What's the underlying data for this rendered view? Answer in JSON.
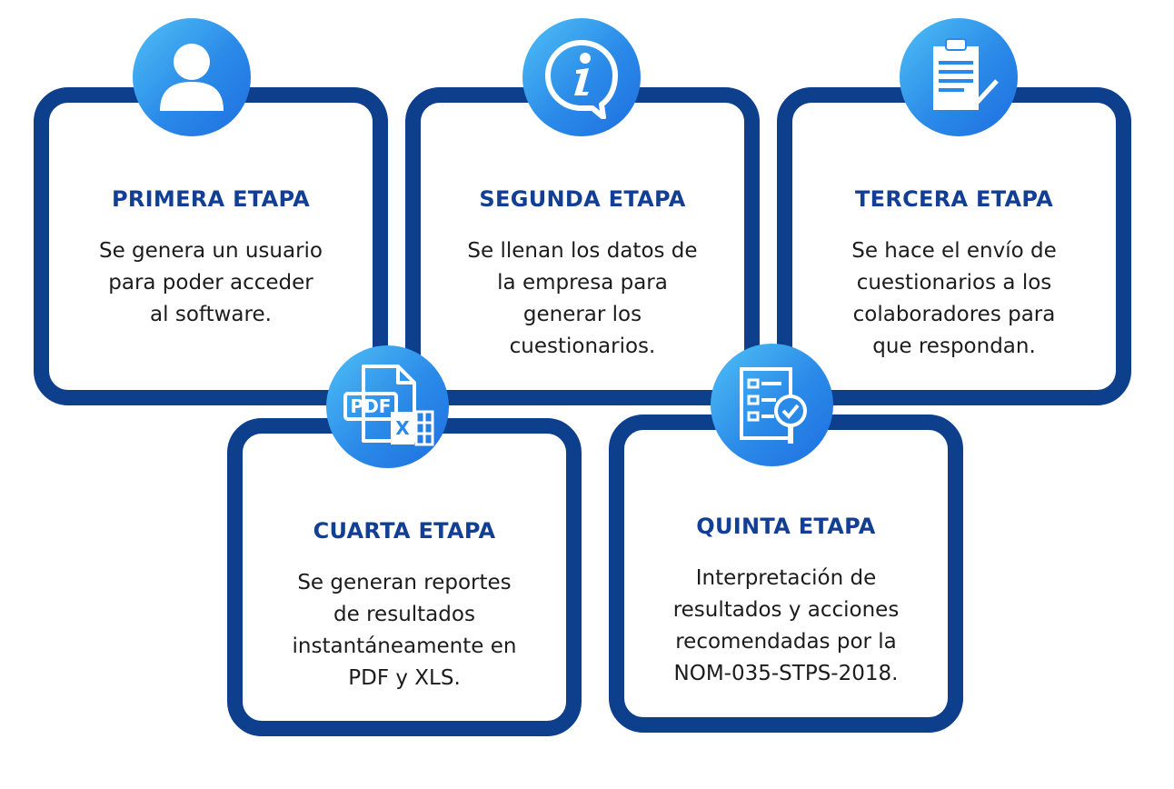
{
  "stages": [
    {
      "id": "primera",
      "title": "PRIMERA ETAPA",
      "lines": [
        "Se genera un usuario",
        "para poder acceder",
        "al software."
      ],
      "icon": "user-icon"
    },
    {
      "id": "segunda",
      "title": "SEGUNDA ETAPA",
      "lines": [
        "Se llenan los datos de",
        "la empresa para",
        "generar los",
        "cuestionarios."
      ],
      "icon": "info-chat-icon"
    },
    {
      "id": "tercera",
      "title": "TERCERA ETAPA",
      "lines": [
        "Se hace el envío de",
        "cuestionarios a los",
        "colaboradores para",
        "que respondan."
      ],
      "icon": "clipboard-check-icon"
    },
    {
      "id": "cuarta",
      "title": "CUARTA ETAPA",
      "lines": [
        "Se generan reportes",
        "de resultados",
        "instantáneamente en",
        "PDF y XLS."
      ],
      "icon": "pdf-xls-icon",
      "icon_labels": {
        "pdf": "PDF",
        "xls": "X"
      }
    },
    {
      "id": "quinta",
      "title": "QUINTA ETAPA",
      "lines": [
        "Interpretación de",
        "resultados y acciones",
        "recomendadas por la",
        "NOM-035-STPS-2018."
      ],
      "icon": "checklist-search-icon"
    }
  ],
  "colors": {
    "card_border": "#0d3f8c",
    "title": "#123f94",
    "text": "#1c1c1c",
    "icon_gradient_start": "#4fc0f5",
    "icon_gradient_end": "#1f6fe0"
  }
}
